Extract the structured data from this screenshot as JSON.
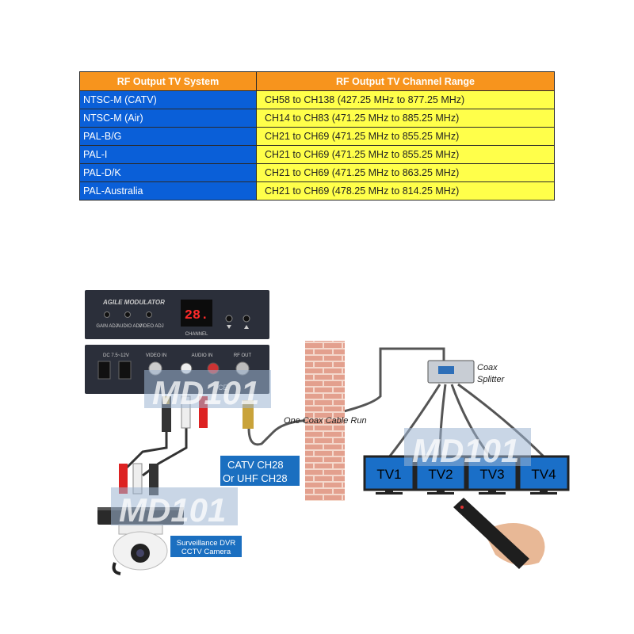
{
  "table": {
    "headers": [
      "RF Output TV System",
      "RF Output TV Channel Range"
    ],
    "rows": [
      {
        "system": "NTSC-M (CATV)",
        "range": "CH58 to CH138 (427.25 MHz to 877.25 MHz)"
      },
      {
        "system": "NTSC-M (Air)",
        "range": "CH14 to CH83 (471.25 MHz to 885.25 MHz)"
      },
      {
        "system": "PAL-B/G",
        "range": "CH21 to CH69 (471.25 MHz to 855.25 MHz)"
      },
      {
        "system": "PAL-I",
        "range": "CH21 to CH69 (471.25 MHz to 855.25 MHz)"
      },
      {
        "system": "PAL-D/K",
        "range": "CH21 to CH69 (471.25 MHz to 863.25 MHz)"
      },
      {
        "system": "PAL-Australia",
        "range": "CH21 to CH69 (478.25 MHz to 814.25 MHz)"
      }
    ]
  },
  "diagram": {
    "modulator_front": {
      "title": "AGILE MODULATOR",
      "knobs": [
        "GAIN ADJ",
        "AUDIO ADJ",
        "VIDEO ADJ"
      ],
      "display": "28.",
      "display_label": "CHANNEL"
    },
    "modulator_back": {
      "dc": "DC 7.5~12V",
      "video_in": "VIDEO IN",
      "audio_in": "AUDIO IN",
      "rf_out": "RF OUT",
      "ce": "CE"
    },
    "watermark": "MD101",
    "cable_label": "One Coax Cable Run",
    "channel_label": [
      "CATV CH28",
      "Or UHF CH28"
    ],
    "splitter_label": [
      "Coax",
      "Splitter"
    ],
    "tvs": [
      "TV1",
      "TV2",
      "TV3",
      "TV4"
    ],
    "dvr_label": [
      "Surveillance DVR",
      "CCTV Camera"
    ]
  }
}
